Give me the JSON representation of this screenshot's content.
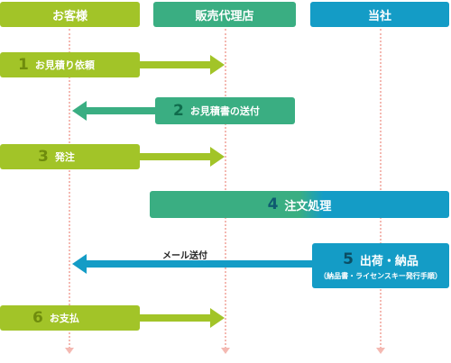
{
  "lanes": {
    "customer": "お客様",
    "reseller": "販売代理店",
    "company": "当社"
  },
  "steps": [
    {
      "num": "1",
      "label": "お見積り依頼"
    },
    {
      "num": "2",
      "label": "お見積書の送付"
    },
    {
      "num": "3",
      "label": "発注"
    },
    {
      "num": "4",
      "label": "注文処理"
    },
    {
      "num": "5",
      "label": "出荷・納品",
      "sub": "（納品書・ライセンスキー発行手順）"
    },
    {
      "num": "6",
      "label": "お支払"
    }
  ],
  "arrow_caption": "メール送付",
  "colors": {
    "customer": "#a2c428",
    "reseller": "#3aae82",
    "company": "#149cc6",
    "lifeline": "#f4b9b2"
  }
}
